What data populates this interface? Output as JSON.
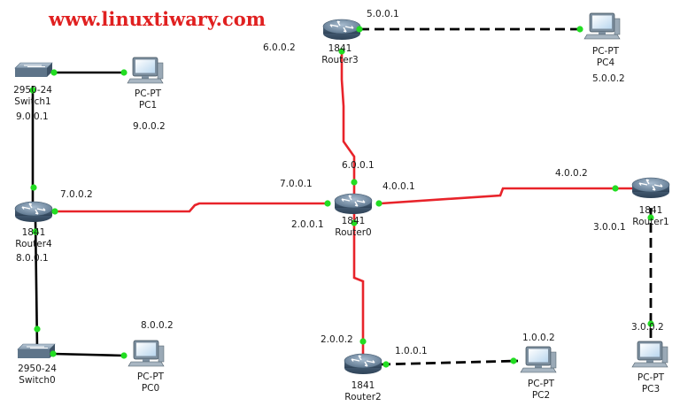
{
  "watermark": "www.linuxtiwary.com",
  "colors": {
    "serial": "#e8232a",
    "copper": "#000000",
    "port": "#22dd22"
  },
  "devices": {
    "router0": {
      "model": "1841",
      "name": "Router0"
    },
    "router1": {
      "model": "1841",
      "name": "Router1"
    },
    "router2": {
      "model": "1841",
      "name": "Router2"
    },
    "router3": {
      "model": "1841",
      "name": "Router3"
    },
    "router4": {
      "model": "1841",
      "name": "Router4"
    },
    "switch0": {
      "model": "2950-24",
      "name": "Switch0"
    },
    "switch1": {
      "model": "2950-24",
      "name": "Switch1"
    },
    "pc0": {
      "model": "PC-PT",
      "name": "PC0"
    },
    "pc1": {
      "model": "PC-PT",
      "name": "PC1"
    },
    "pc2": {
      "model": "PC-PT",
      "name": "PC2"
    },
    "pc3": {
      "model": "PC-PT",
      "name": "PC3"
    },
    "pc4": {
      "model": "PC-PT",
      "name": "PC4"
    }
  },
  "addresses": {
    "a_5_0_0_1": "5.0.0.1",
    "a_6_0_0_2": "6.0.0.2",
    "a_5_0_0_2": "5.0.0.2",
    "a_9_0_0_1": "9.0.0.1",
    "a_9_0_0_2": "9.0.0.2",
    "a_6_0_0_1": "6.0.0.1",
    "a_4_0_0_2": "4.0.0.2",
    "a_7_0_0_2": "7.0.0.2",
    "a_7_0_0_1": "7.0.0.1",
    "a_4_0_0_1": "4.0.0.1",
    "a_2_0_0_1": "2.0.0.1",
    "a_3_0_0_1": "3.0.0.1",
    "a_8_0_0_1": "8.0.0.1",
    "a_8_0_0_2": "8.0.0.2",
    "a_2_0_0_2": "2.0.0.2",
    "a_1_0_0_1": "1.0.0.1",
    "a_1_0_0_2": "1.0.0.2",
    "a_3_0_0_2": "3.0.0.2"
  }
}
